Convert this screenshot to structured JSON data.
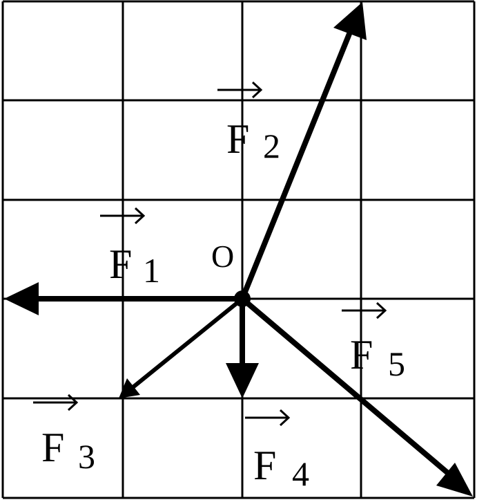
{
  "diagram": {
    "origin_label": "O",
    "grid": {
      "visible": true,
      "columns": 4,
      "rows": 5
    },
    "colors": {
      "stroke": "#000000",
      "background": "#ffffff"
    },
    "forces": [
      {
        "id": "F1",
        "letter": "F",
        "subscript": "1",
        "vector_cells": [
          -2,
          0
        ]
      },
      {
        "id": "F2",
        "letter": "F",
        "subscript": "2",
        "vector_cells": [
          1,
          3
        ]
      },
      {
        "id": "F3",
        "letter": "F",
        "subscript": "3",
        "vector_cells": [
          -1,
          -1
        ]
      },
      {
        "id": "F4",
        "letter": "F",
        "subscript": "4",
        "vector_cells": [
          0,
          -1
        ]
      },
      {
        "id": "F5",
        "letter": "F",
        "subscript": "5",
        "vector_cells": [
          2,
          -2
        ]
      }
    ]
  }
}
